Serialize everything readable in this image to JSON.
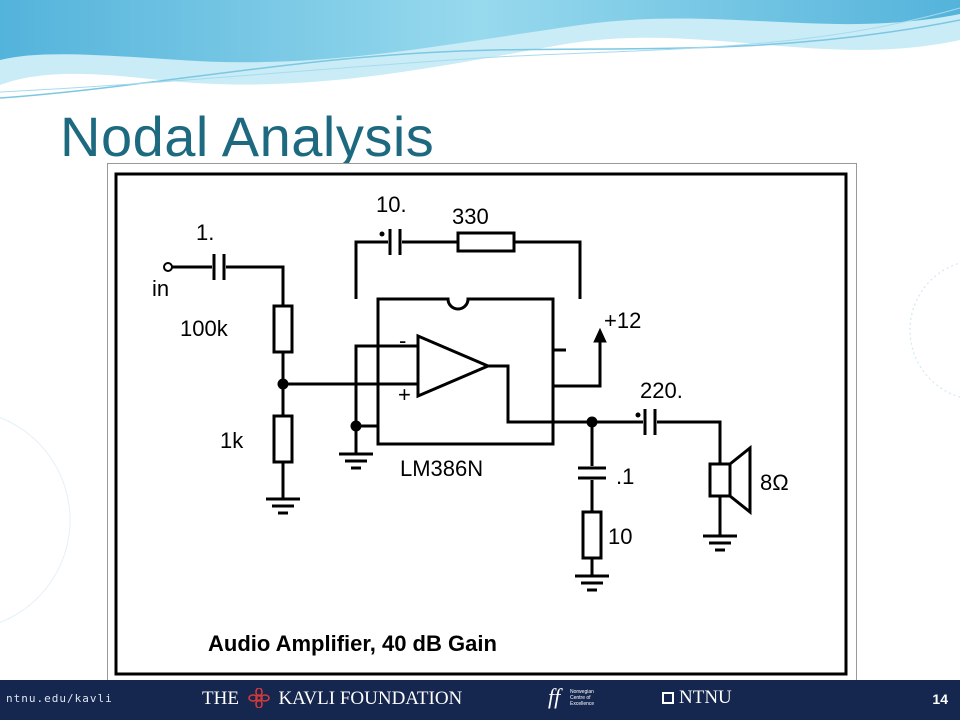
{
  "slide": {
    "title": "Nodal Analysis",
    "page_number": "14"
  },
  "circuit": {
    "caption": "Audio Amplifier, 40 dB Gain",
    "labels": {
      "input_cap": "1.",
      "input": "in",
      "r_top": "100k",
      "r_bottom": "1k",
      "feedback_cap": "10.",
      "feedback_res": "330",
      "supply": "+12",
      "output_cap": "220.",
      "speaker": "8Ω",
      "bypass_cap": ".1",
      "bypass_res": "10",
      "chip": "LM386N",
      "minus": "-",
      "plus": "+"
    }
  },
  "footer": {
    "url": "ntnu.edu/kavli",
    "kavli_the": "THE",
    "kavli_name": "KAVLI FOUNDATION",
    "coe_mark": "ff",
    "coe_text": "Norwegian Centre of Excellence",
    "ntnu": "NTNU"
  },
  "colors": {
    "title": "#1d6a80",
    "footer_bg": "#15264f",
    "wave_light": "#c9ecf6",
    "wave_mid": "#6fc3e0"
  },
  "icons": {
    "kavli_logo": "flower-logo-icon",
    "ntnu_logo": "square-logo-icon"
  }
}
